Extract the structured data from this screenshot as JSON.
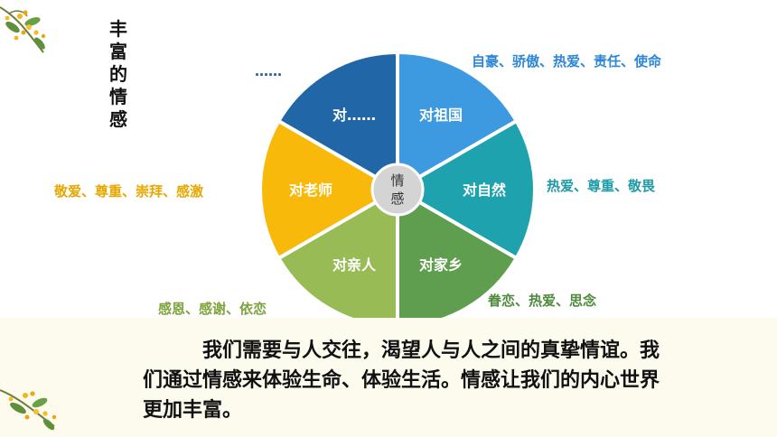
{
  "title_chars": [
    "丰",
    "富",
    "的",
    "情",
    "感"
  ],
  "center_label_lines": [
    "情",
    "感"
  ],
  "segments": [
    {
      "label": "对祖国",
      "color": "#3d9ae0"
    },
    {
      "label": "对自然",
      "color": "#1ea2ad"
    },
    {
      "label": "对家乡",
      "color": "#5f9e4f"
    },
    {
      "label": "对亲人",
      "color": "#99bb56"
    },
    {
      "label": "对老师",
      "color": "#f8b90b"
    },
    {
      "label": "对……",
      "color": "#2166a6"
    }
  ],
  "outer_labels": {
    "zuguo": "自豪、骄傲、热爱、责任、使命",
    "ziran": "热爱、尊重、敬畏",
    "jiaxiang": "眷恋、热爱、思念",
    "qinren": "感恩、感谢、依恋",
    "laoshi": "敬爱、尊重、崇拜、感激",
    "other": "……"
  },
  "paragraph": "我们需要与人交往，渴望人与人之间的真挚情谊。我们通过情感来体验生命、体验生活。情感让我们的内心世界更加丰富。",
  "colors": {
    "center_fill": "#d4d4d4",
    "divider": "#ffffff",
    "band": "#fdfaee"
  }
}
